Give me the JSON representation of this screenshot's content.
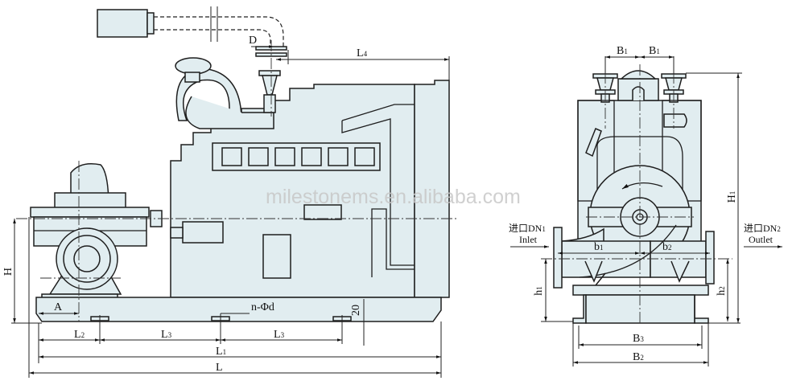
{
  "watermark": "milestonems.en.alibaba.com",
  "side_view": {
    "labels": {
      "D": "D",
      "L4": {
        "main": "L",
        "sub": "4"
      },
      "H": "H",
      "A": "A",
      "holes": "n-Φd",
      "thickness": "20",
      "L2": {
        "main": "L",
        "sub": "2"
      },
      "L3a": {
        "main": "L",
        "sub": "3"
      },
      "L3b": {
        "main": "L",
        "sub": "3"
      },
      "L1": {
        "main": "L",
        "sub": "1"
      },
      "L": "L"
    }
  },
  "end_view": {
    "labels": {
      "B1a": {
        "main": "B",
        "sub": "1"
      },
      "B1b": {
        "main": "B",
        "sub": "1"
      },
      "H1": {
        "main": "H",
        "sub": "1"
      },
      "inlet_cn": "进口DN",
      "inlet_sub": "1",
      "inlet_en": "Inlet",
      "outlet_cn": "进口DN",
      "outlet_sub": "2",
      "outlet_en": "Outlet",
      "b1": {
        "main": "b",
        "sub": "1"
      },
      "b2": {
        "main": "b",
        "sub": "2"
      },
      "h1": {
        "main": "h",
        "sub": "1"
      },
      "h2": {
        "main": "h",
        "sub": "2"
      },
      "B3": {
        "main": "B",
        "sub": "3"
      },
      "B2": {
        "main": "B",
        "sub": "2"
      }
    }
  },
  "colors": {
    "fill": "#e1edf0",
    "line": "#1e1e1e"
  }
}
